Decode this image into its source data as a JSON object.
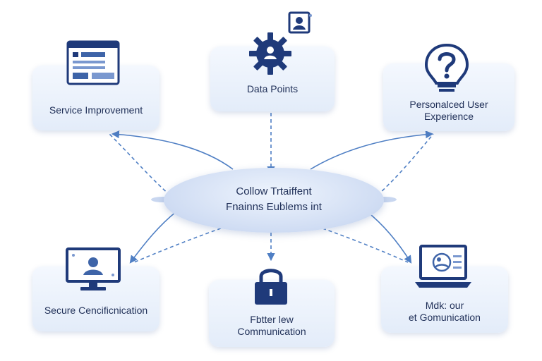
{
  "hub": {
    "line1": "Collow Trtaiffent",
    "line2": "Fnainns Eublems int"
  },
  "nodes": {
    "service": {
      "label": "Service Improvement",
      "icon": "browser-window-icon"
    },
    "data": {
      "label": "Data Points",
      "icon": "gear-icon"
    },
    "personal": {
      "line1": "Personalced User",
      "line2": "Experience",
      "icon": "question-bulb-icon"
    },
    "secure": {
      "label": "Secure Cencificnication",
      "icon": "monitor-icon"
    },
    "fbtter": {
      "line1": "Fbtter lew",
      "line2": "Communication",
      "icon": "padlock-icon"
    },
    "make": {
      "line1": "Mdk: our",
      "line2": "et Gomunication",
      "icon": "laptop-icon"
    }
  },
  "colors": {
    "dark_blue": "#1f3a7a",
    "arrow_blue": "#4f7fc4",
    "box_top": "#f4f8fe",
    "box_bottom": "#e3ecf9",
    "hub_fill": "#cfdcf3"
  }
}
